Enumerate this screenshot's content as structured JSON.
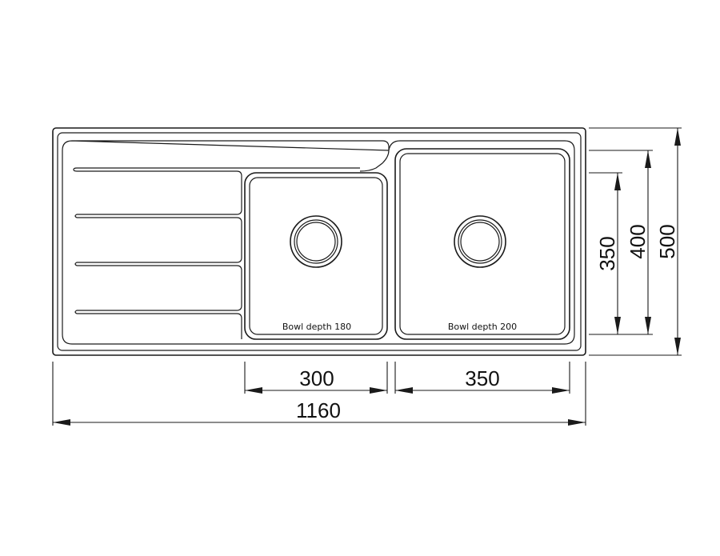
{
  "bowls": {
    "left_label": "Bowl depth 180",
    "right_label": "Bowl depth 200"
  },
  "dimensions": {
    "left_bowl_width": "300",
    "right_bowl_width": "350",
    "overall_width": "1160",
    "bowl_height": "350",
    "inner_height": "400",
    "overall_height": "500"
  },
  "colors": {
    "line": "#1a1a1a",
    "background": "#ffffff"
  }
}
